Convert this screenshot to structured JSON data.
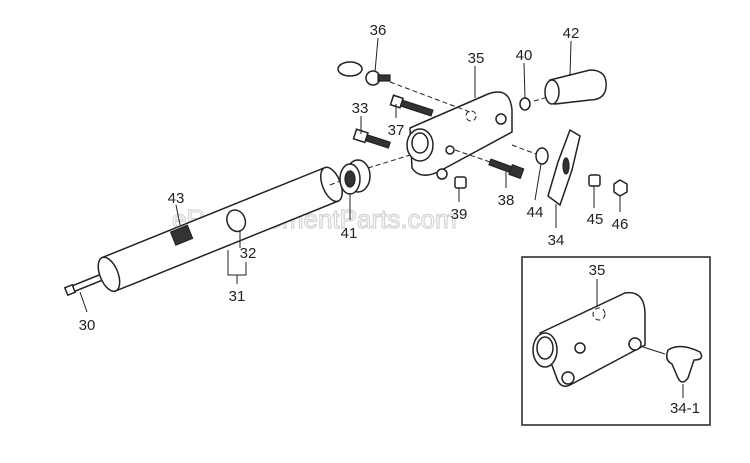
{
  "title": "Parts diagram - handle/shaft assembly",
  "watermark": "eReplacementParts.com",
  "callouts": {
    "p30": "30",
    "p31": "31",
    "p32": "32",
    "p33": "33",
    "p34": "34",
    "p35": "35",
    "p36": "36",
    "p37": "37",
    "p38": "38",
    "p39": "39",
    "p40": "40",
    "p41": "41",
    "p42": "42",
    "p43": "43",
    "p44": "44",
    "p45": "45",
    "p46": "46"
  },
  "inset": {
    "p35": "35",
    "p34_1": "34-1"
  }
}
